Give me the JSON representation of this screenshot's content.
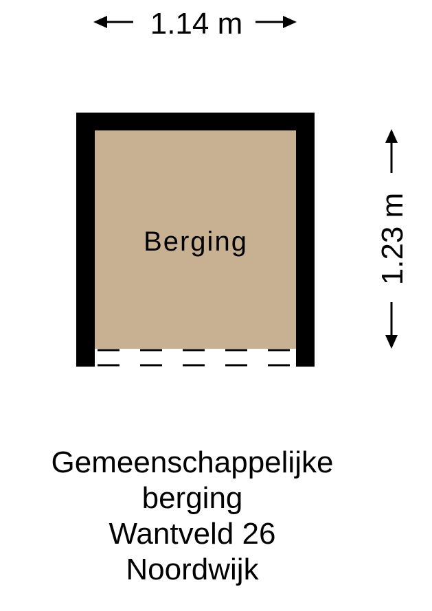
{
  "floorplan": {
    "width_dimension": "1.14 m",
    "height_dimension": "1.23 m",
    "room_label": "Berging",
    "colors": {
      "floor": "#c8b093",
      "wall": "#000000",
      "background": "#ffffff"
    }
  },
  "caption": {
    "line1": "Gemeenschappelijke",
    "line2": "berging",
    "line3": "Wantveld 26",
    "line4": "Noordwijk"
  }
}
